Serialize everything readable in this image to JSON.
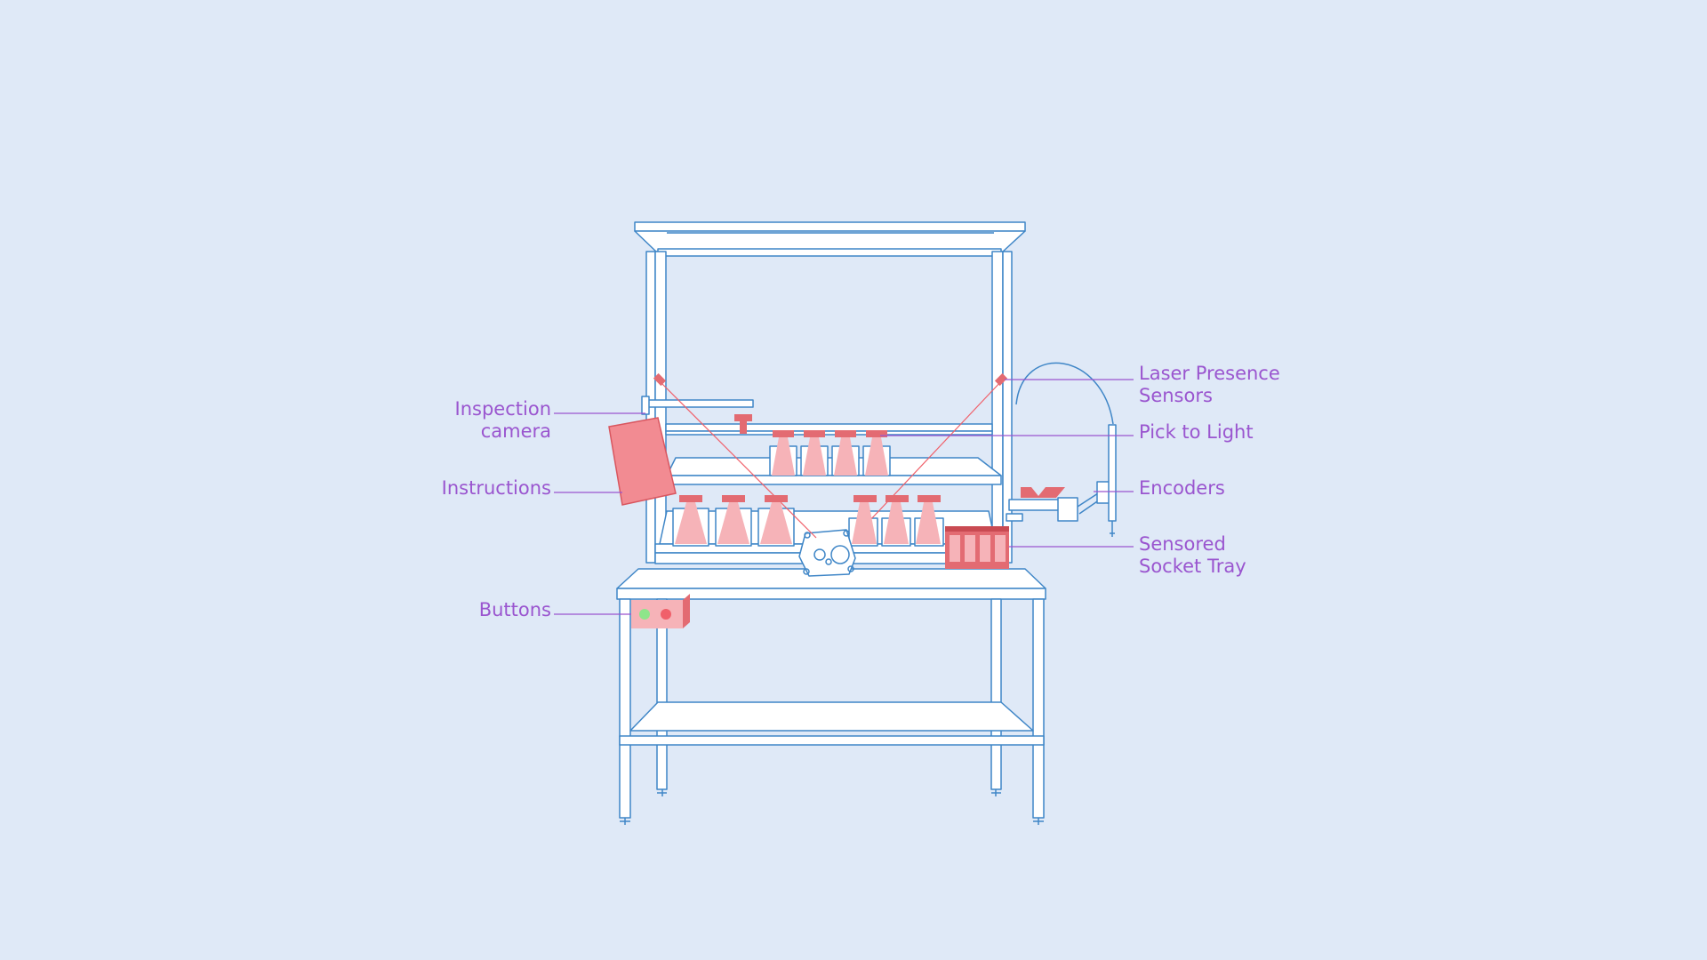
{
  "labels": {
    "inspection_camera": [
      "Inspection",
      "camera"
    ],
    "instructions": "Instructions",
    "buttons": "Buttons",
    "laser_presence_sensors": [
      "Laser Presence",
      "Sensors"
    ],
    "pick_to_light": "Pick to Light",
    "encoders": "Encoders",
    "sensored_socket_tray": [
      "Sensored",
      "Socket Tray"
    ]
  },
  "colors": {
    "background": "#dfe9f7",
    "frame_stroke": "#3f86c7",
    "frame_fill": "#ffffff",
    "accent_red": "#e36b72",
    "accent_pink": "#f6b3b8",
    "label_text": "#9a55cf",
    "leader_line": "#9a55cf",
    "button_green": "#8ee58a",
    "button_red": "#f0606a"
  }
}
